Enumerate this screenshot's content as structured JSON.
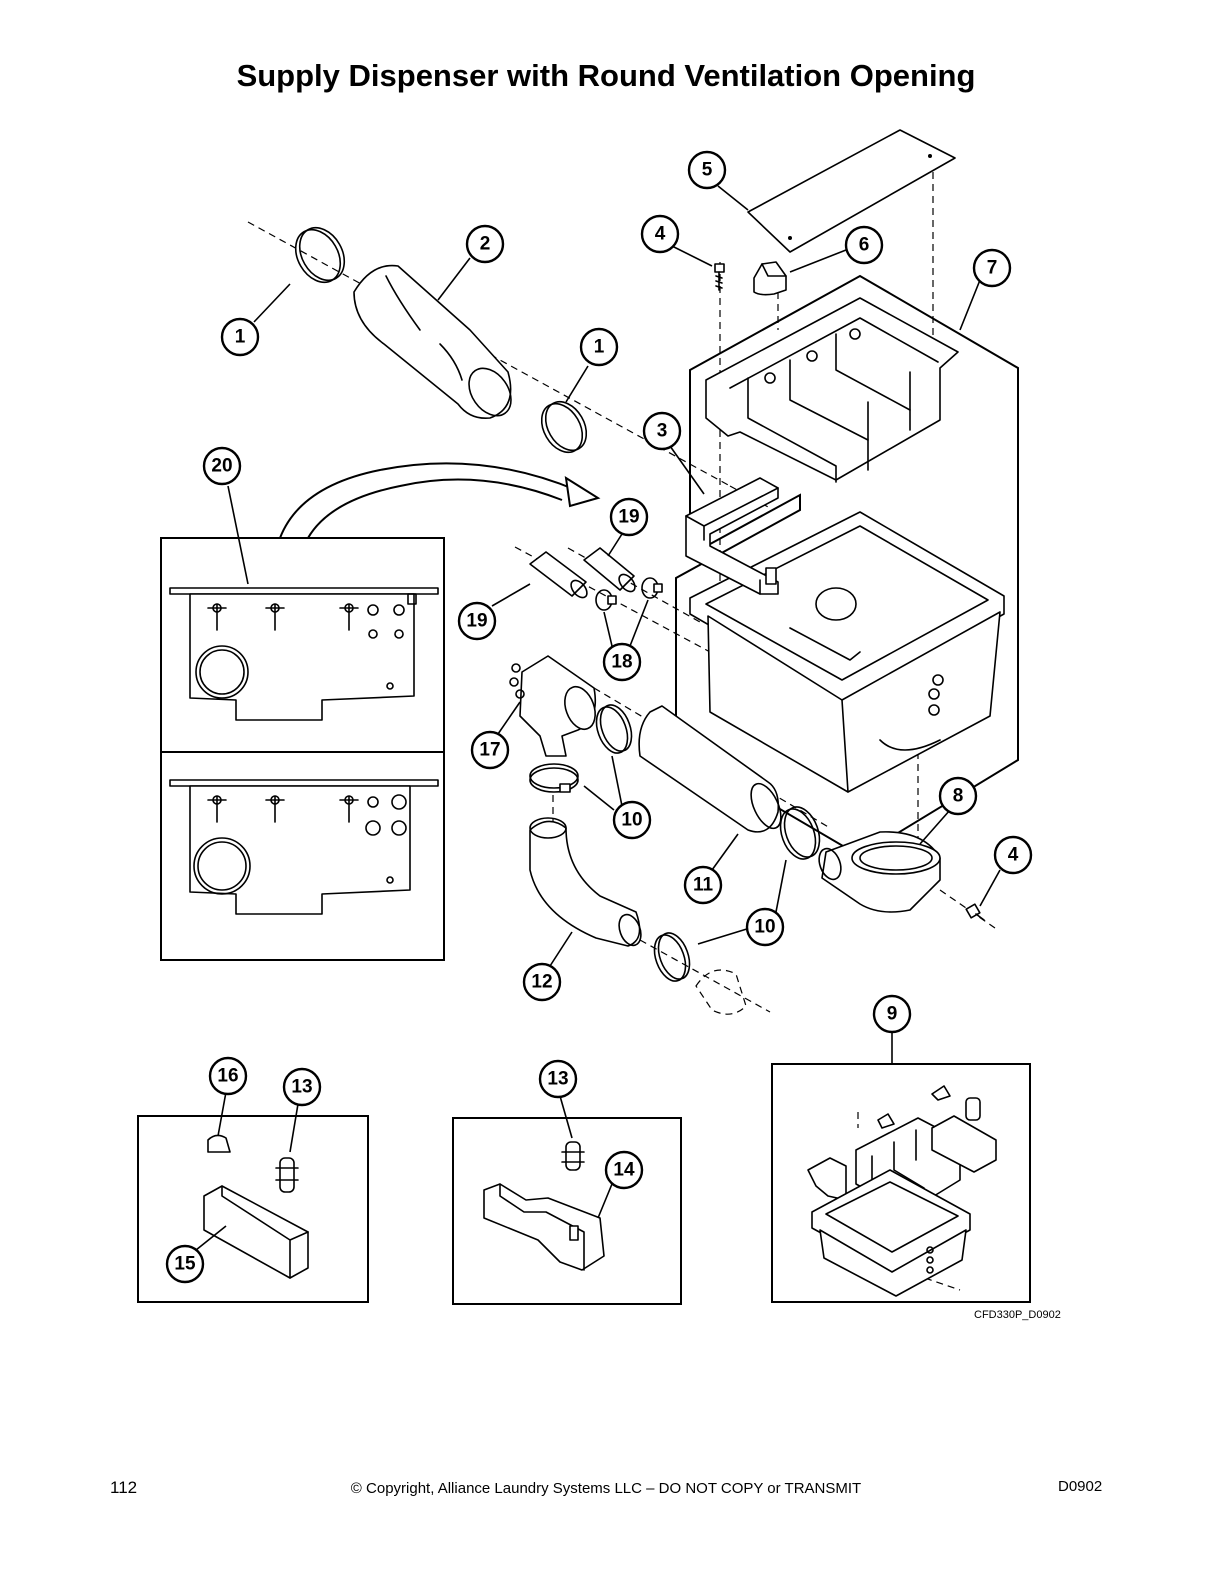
{
  "page": {
    "title": "Supply Dispenser with Round Ventilation Opening",
    "page_number": "112",
    "copyright": "© Copyright, Alliance Laundry Systems LLC – DO NOT COPY or TRANSMIT",
    "doc_code": "D0902"
  },
  "diagram": {
    "drawing_code": "CFD330P_D0902",
    "callouts": [
      {
        "label": "1"
      },
      {
        "label": "2"
      },
      {
        "label": "1"
      },
      {
        "label": "3"
      },
      {
        "label": "4"
      },
      {
        "label": "5"
      },
      {
        "label": "6"
      },
      {
        "label": "7"
      },
      {
        "label": "20"
      },
      {
        "label": "19"
      },
      {
        "label": "19"
      },
      {
        "label": "18"
      },
      {
        "label": "17"
      },
      {
        "label": "10"
      },
      {
        "label": "11"
      },
      {
        "label": "8"
      },
      {
        "label": "4"
      },
      {
        "label": "10"
      },
      {
        "label": "12"
      },
      {
        "label": "9"
      },
      {
        "label": "16"
      },
      {
        "label": "13"
      },
      {
        "label": "15"
      },
      {
        "label": "13"
      },
      {
        "label": "14"
      }
    ]
  }
}
